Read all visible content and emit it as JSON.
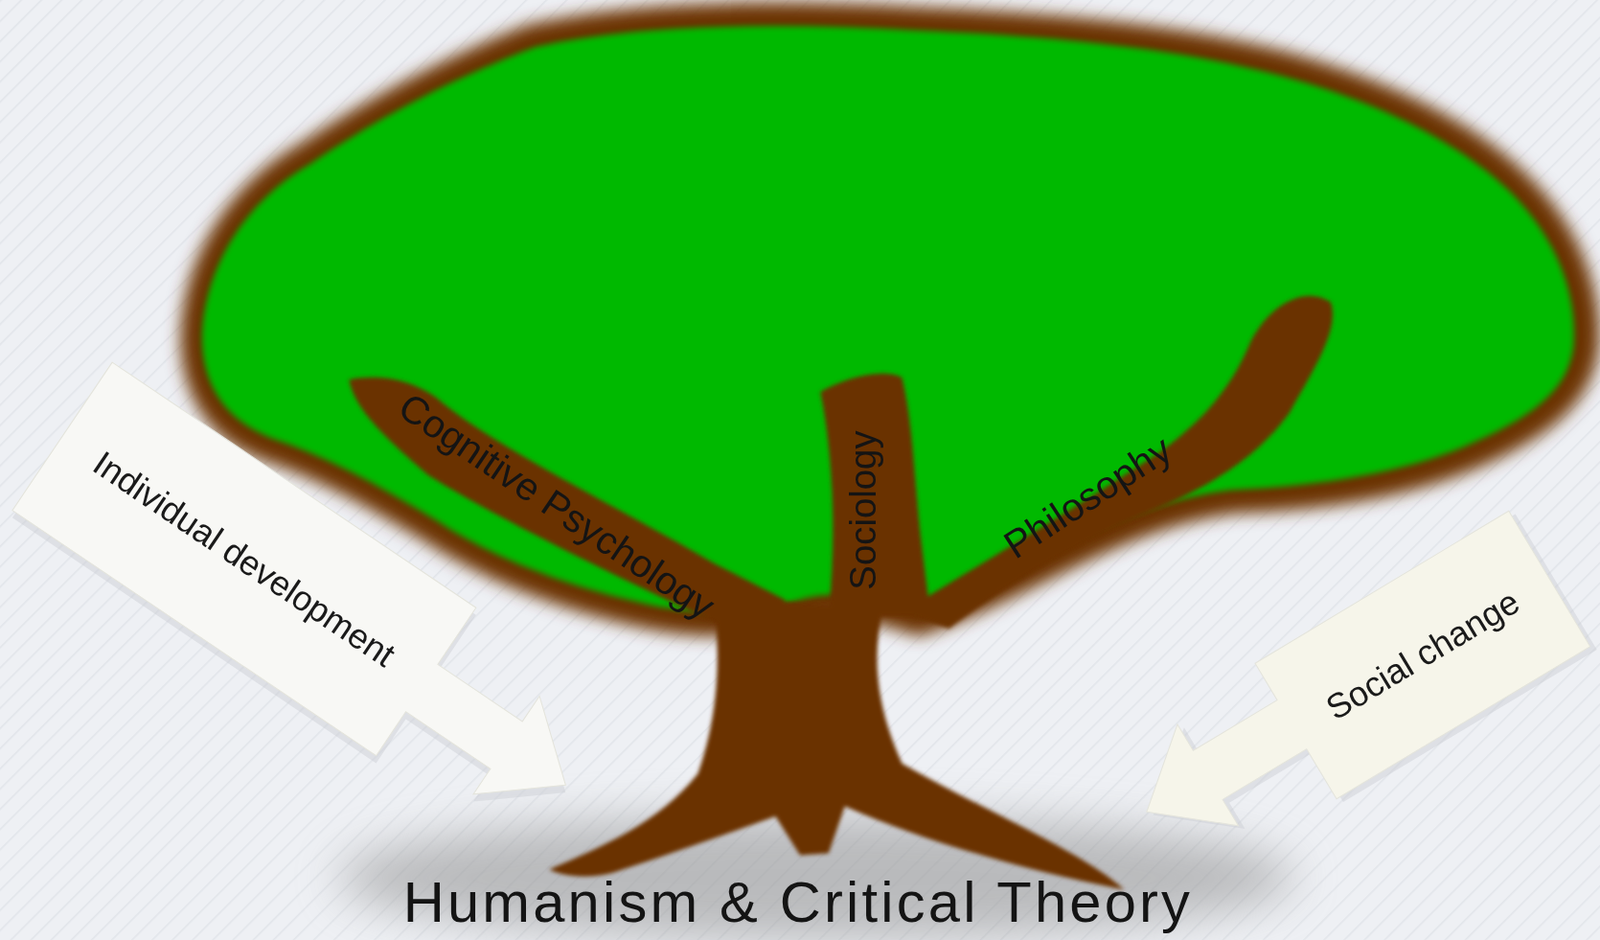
{
  "diagram": {
    "nodes": [
      {
        "text": [
          "Individual development"
        ]
      },
      {
        "text": [
          "Social change"
        ]
      }
    ],
    "labels": [
      "Cognitive Psychology",
      "Sociology",
      "Philosophy",
      "Humanism & Critical Theory"
    ]
  }
}
